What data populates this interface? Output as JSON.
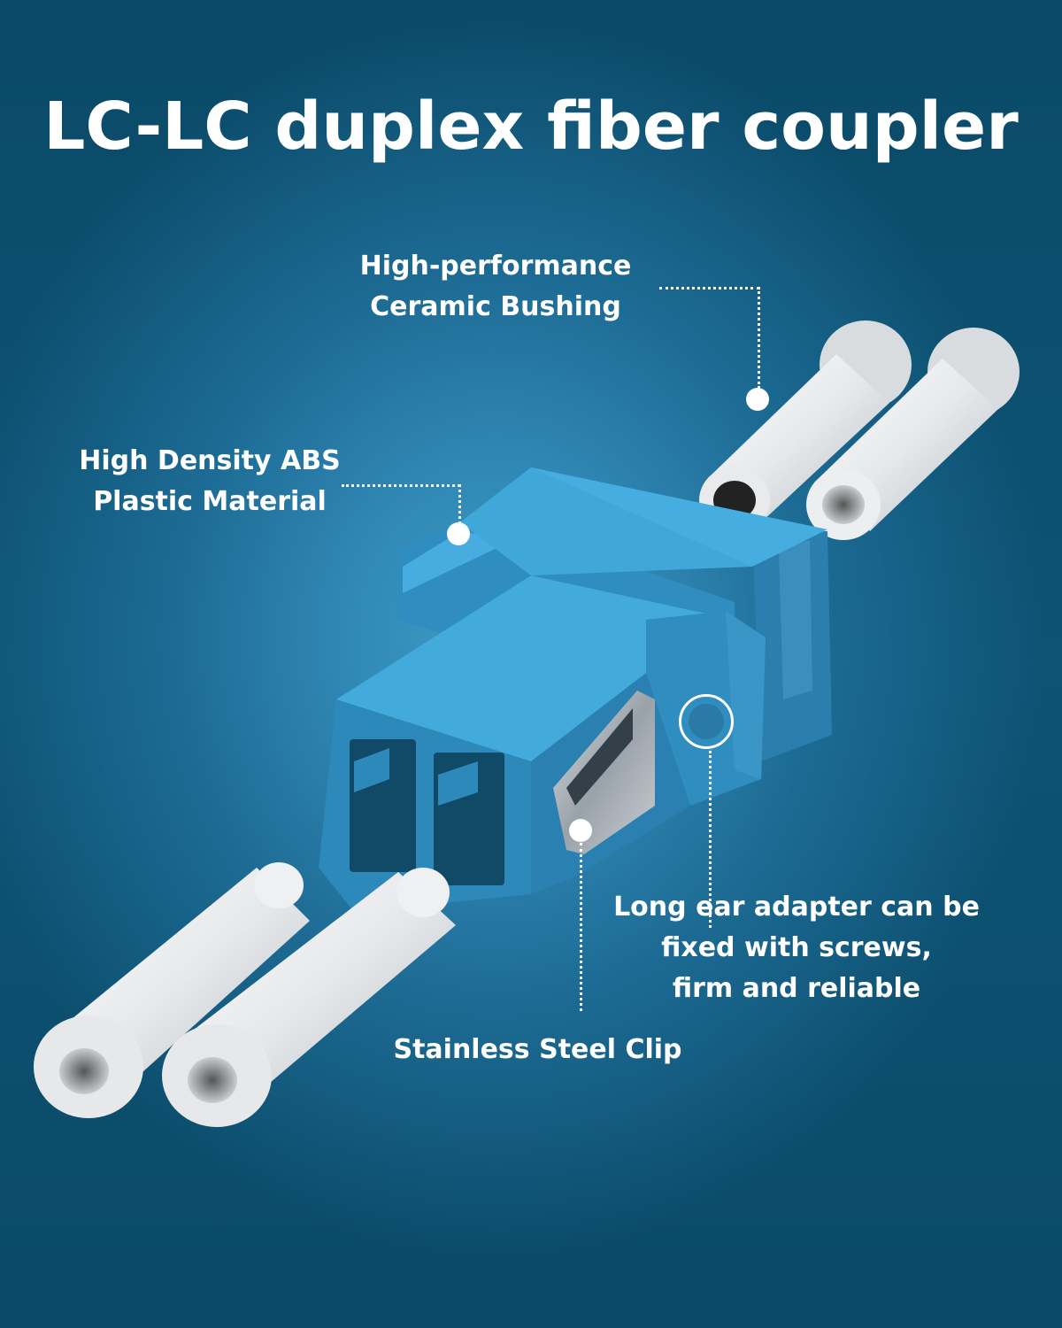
{
  "title": "LC-LC duplex fiber coupler",
  "callouts": {
    "ceramic_bushing": [
      "High-performance",
      "Ceramic Bushing"
    ],
    "abs_plastic": [
      "High Density ABS",
      "Plastic Material"
    ],
    "long_ear": [
      "Long ear adapter can be",
      "fixed with screws,",
      "firm and reliable"
    ],
    "steel_clip": [
      "Stainless Steel Clip"
    ]
  },
  "colors": {
    "background_dark": "#0b4a68",
    "background_glow": "#3f9cc8",
    "coupler_blue": "#3fa8d8",
    "coupler_shadow": "#2a7fae",
    "bushing_white": "#e8eaec",
    "text": "#ffffff"
  }
}
